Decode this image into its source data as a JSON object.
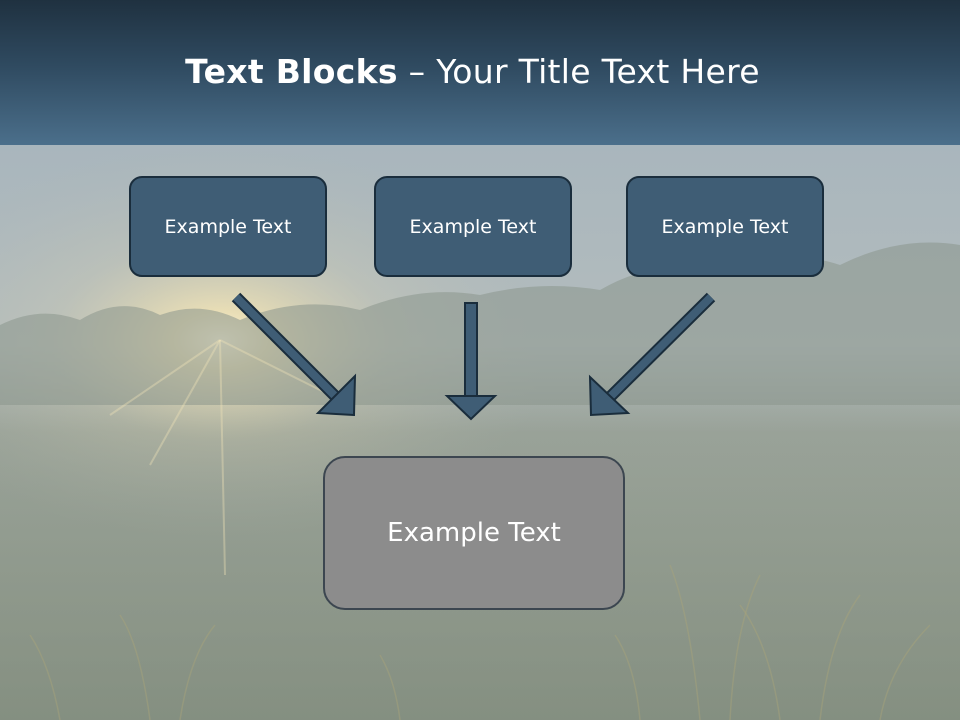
{
  "slide": {
    "title_bold": "Text Blocks",
    "title_dash": " – ",
    "title_rest": "Your Title Text Here"
  },
  "diagram": {
    "top_boxes": [
      {
        "label": "Example Text"
      },
      {
        "label": "Example Text"
      },
      {
        "label": "Example Text"
      }
    ],
    "bottom_box": {
      "label": "Example Text"
    }
  },
  "colors": {
    "header_top": "#1f3140",
    "header_bottom": "#4b6f8b",
    "box_fill": "#3f5d75",
    "box_border": "#1a2d3c",
    "arrow_fill": "#3f5d75",
    "bottom_box_fill": "#8c8c8c"
  }
}
